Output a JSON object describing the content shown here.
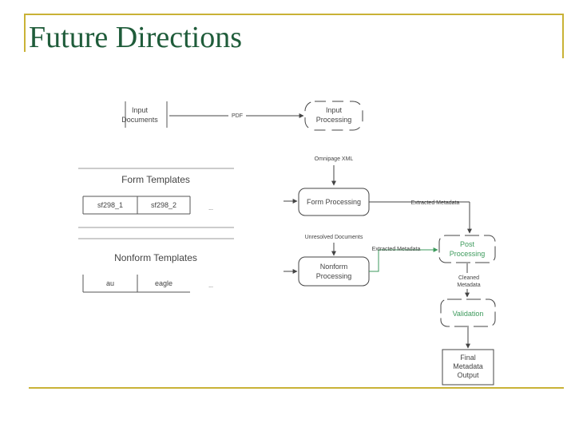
{
  "slide_title": "Future Directions",
  "colors": {
    "title": "#1f5c3a",
    "rule": "#c9b236",
    "accent_green": "#3d9a5c"
  },
  "diagram": {
    "input_documents": [
      "Input",
      "Documents"
    ],
    "input_processing": [
      "Input",
      "Processing"
    ],
    "pdf_label": "PDF",
    "omnipage_label": "Omnipage XML",
    "form_templates_label": "Form Templates",
    "form_template_items": [
      "sf298_1",
      "sf298_2"
    ],
    "ellipsis": "...",
    "form_processing": "Form Processing",
    "extracted_metadata_top": "Extracted Metadata",
    "unresolved_documents": "Unresolved Documents",
    "extracted_metadata_mid": "Extracted Metadata",
    "post_processing": [
      "Post",
      "Processing"
    ],
    "nonform_templates_label": "Nonform Templates",
    "nonform_template_items": [
      "au",
      "eagle"
    ],
    "nonform_processing": [
      "Nonform",
      "Processing"
    ],
    "cleaned_metadata": [
      "Cleaned",
      "Metadata"
    ],
    "validation": "Validation",
    "final_output": [
      "Final",
      "Metadata",
      "Output"
    ]
  }
}
